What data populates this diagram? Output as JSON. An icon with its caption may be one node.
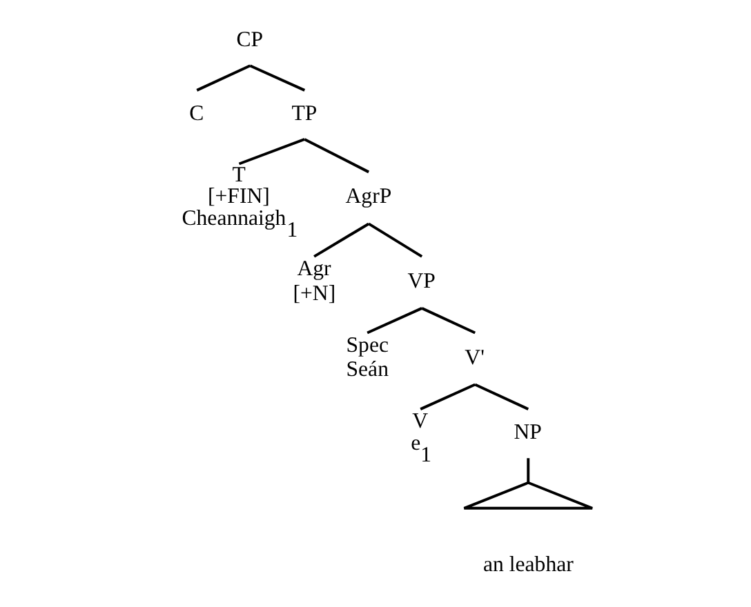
{
  "diagram": {
    "nodes": [
      {
        "text": [
          "CP"
        ]
      },
      {
        "text": [
          "C"
        ]
      },
      {
        "text": [
          "TP"
        ]
      },
      {
        "text": [
          "T",
          "[+FIN]",
          "Cheannaigh$_{1}$"
        ]
      },
      {
        "text": [
          "AgrP"
        ]
      },
      {
        "text": [
          "Agr",
          "[+N]"
        ]
      },
      {
        "text": [
          "VP"
        ]
      },
      {
        "text": [
          "Spec",
          "Seán"
        ]
      },
      {
        "text": [
          "V'"
        ]
      },
      {
        "text": [
          "V",
          "e$_{1}$"
        ]
      },
      {
        "text": [
          "NP"
        ]
      },
      {
        "text": [],
        "shape": "triangle",
        "beside": [
          "an leabhar"
        ]
      }
    ],
    "edges": [
      {
        "from": 0,
        "to": 1,
        "arrow": "none"
      },
      {
        "from": 0,
        "to": 2,
        "arrow": "none"
      },
      {
        "from": 2,
        "to": 3,
        "arrow": "none"
      },
      {
        "from": 2,
        "to": 4,
        "arrow": "none"
      },
      {
        "from": 4,
        "to": 5,
        "arrow": "none"
      },
      {
        "from": 4,
        "to": 6,
        "arrow": "none"
      },
      {
        "from": 6,
        "to": 7,
        "arrow": "none"
      },
      {
        "from": 6,
        "to": 8,
        "arrow": "none"
      },
      {
        "from": 8,
        "to": 9,
        "arrow": "none"
      },
      {
        "from": 8,
        "to": 10,
        "arrow": "none"
      },
      {
        "from": 10,
        "to": 11,
        "arrow": "none"
      }
    ]
  }
}
